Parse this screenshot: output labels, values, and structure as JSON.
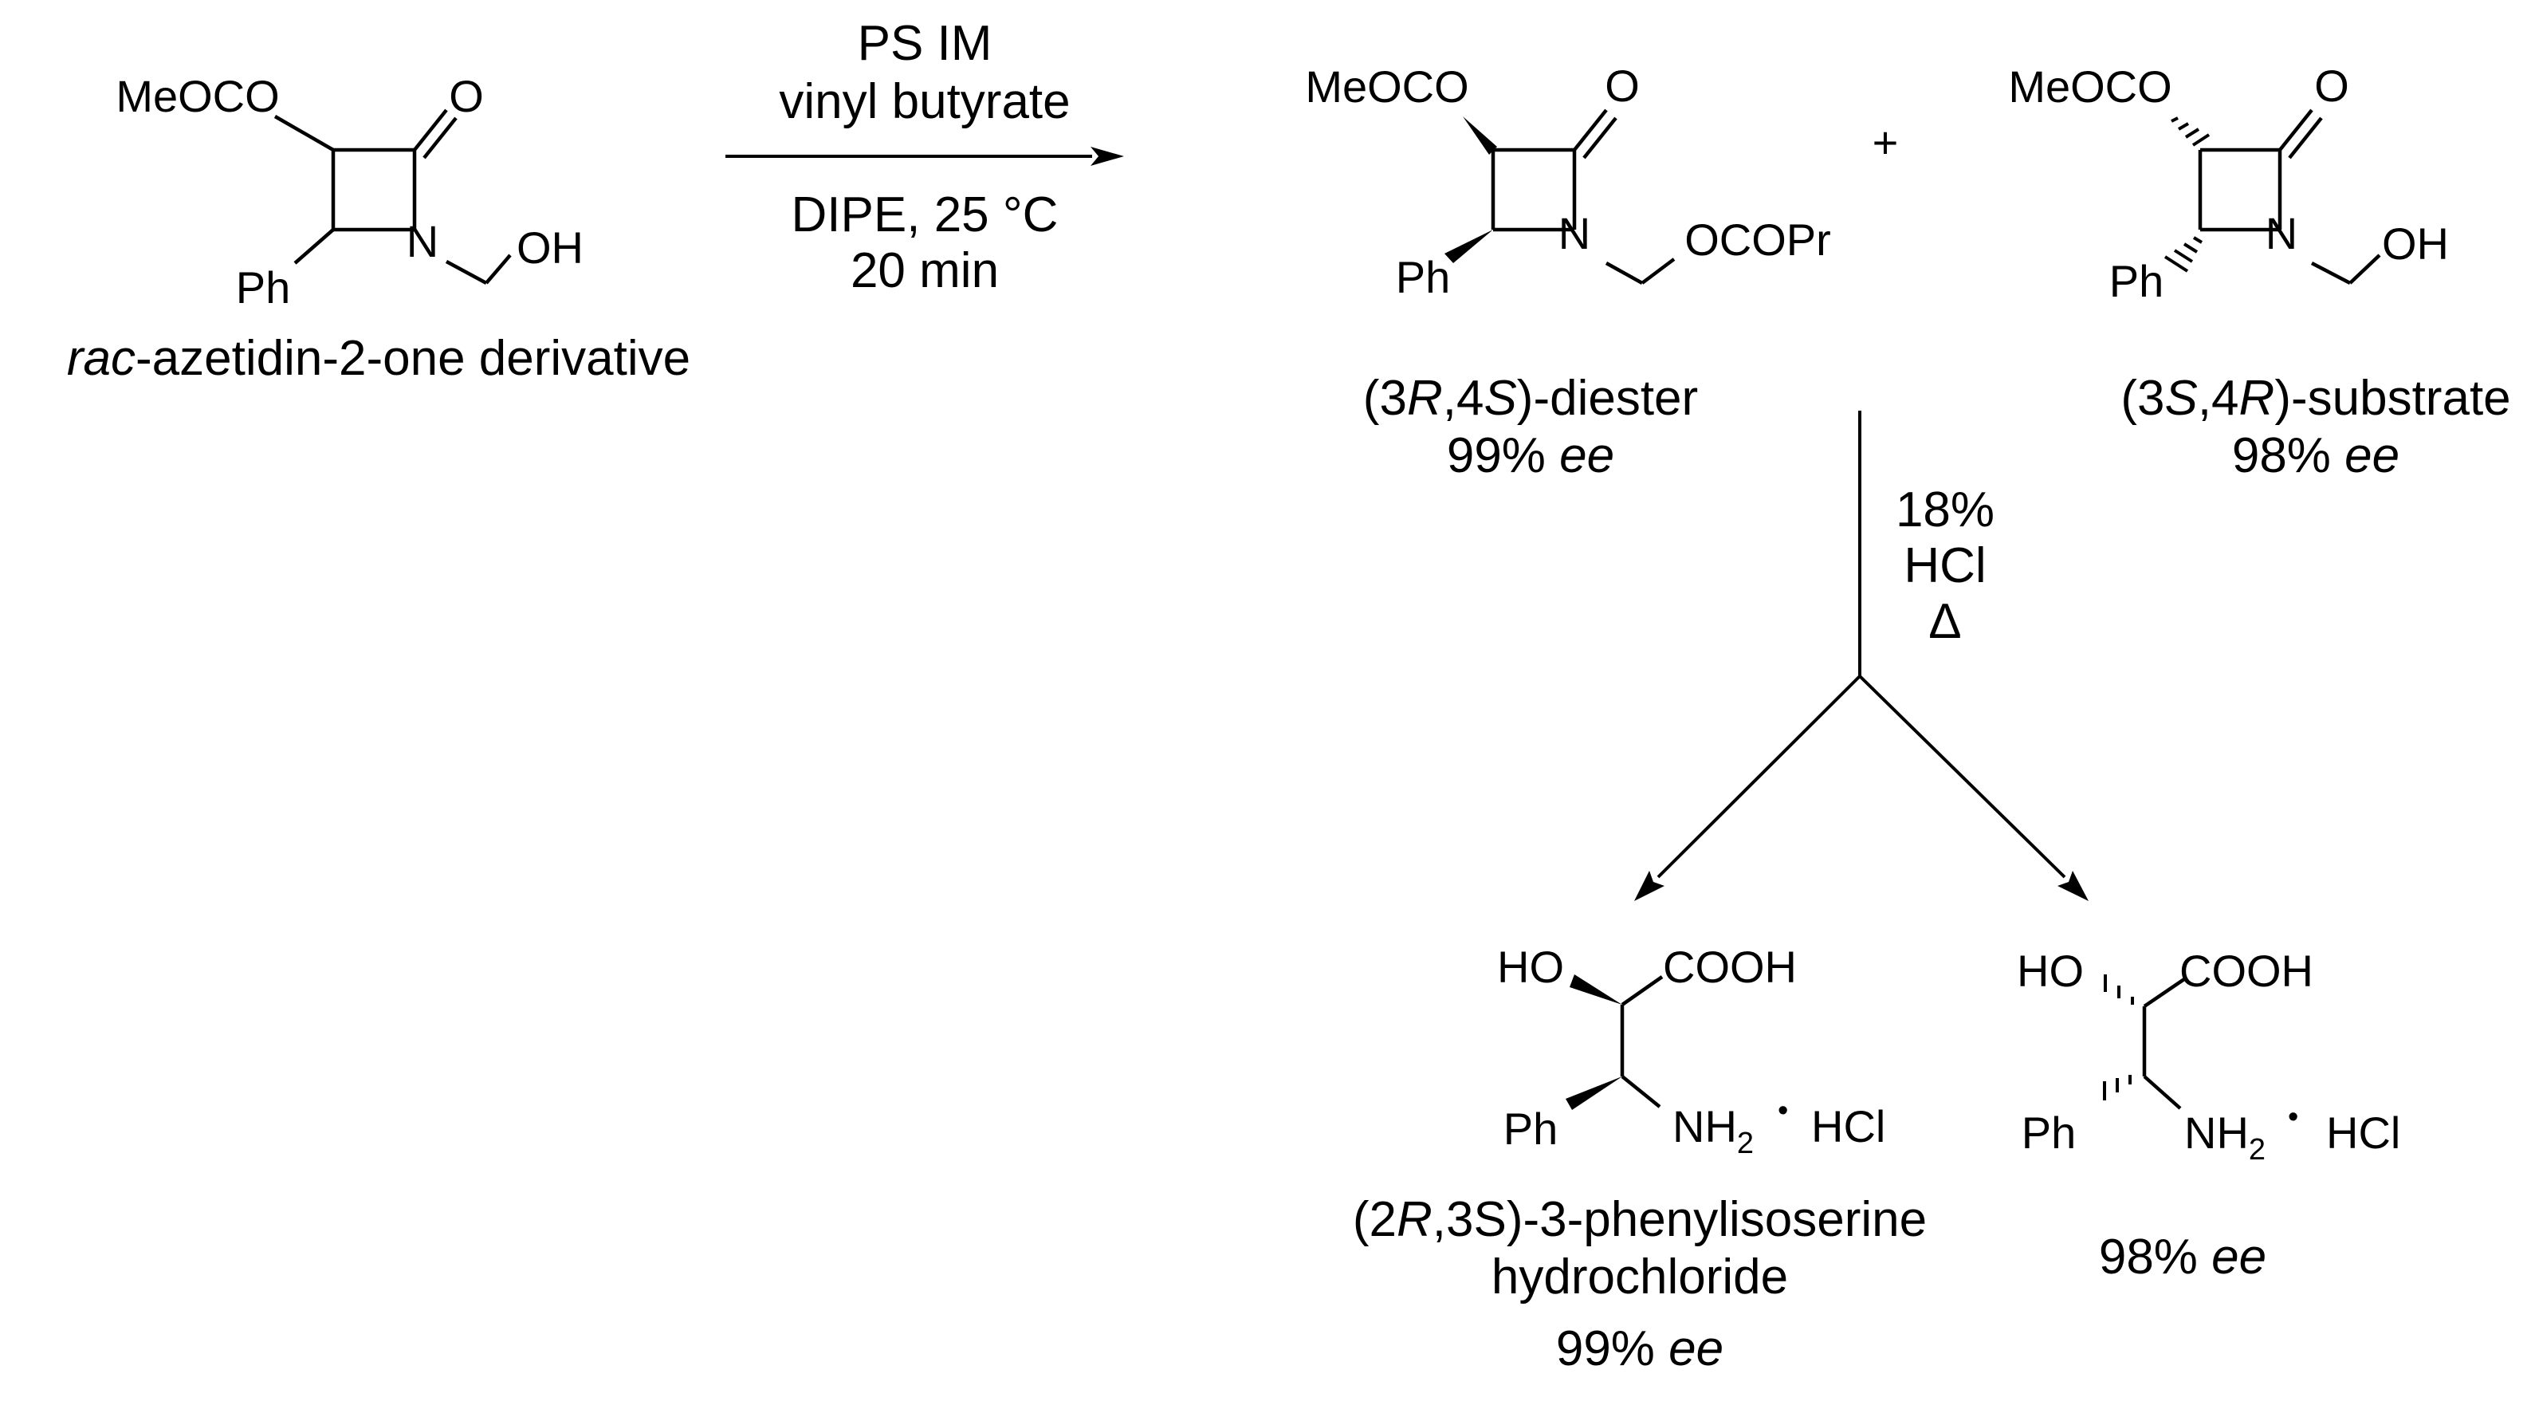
{
  "reactant": {
    "meoco": "MeOCO",
    "o": "O",
    "n": "N",
    "oh": "OH",
    "ph": "Ph",
    "caption_italic": "rac",
    "caption_rest": "-azetidin-2-one derivative"
  },
  "conditions": {
    "line1": "PS IM",
    "line2": "vinyl butyrate",
    "line3": "DIPE, 25 °C",
    "line4": "20 min"
  },
  "plus": "+",
  "product1": {
    "meoco": "MeOCO",
    "o": "O",
    "n": "N",
    "ocopr": "OCOPr",
    "ph": "Ph",
    "caption": {
      "p1": "(3",
      "r": "R",
      "p2": ",4",
      "s": "S",
      "p3": ")-diester"
    },
    "ee_value": "99%",
    "ee_label": "ee"
  },
  "product2": {
    "meoco": "MeOCO",
    "o": "O",
    "n": "N",
    "oh": "OH",
    "ph": "Ph",
    "caption": {
      "p1": "(3",
      "s": "S",
      "p2": ",4",
      "r": "R",
      "p3": ")-substrate"
    },
    "ee_value": "98%",
    "ee_label": "ee"
  },
  "hydrolysis": {
    "line1": "18%",
    "line2": "HCl",
    "line3": "Δ"
  },
  "product3": {
    "ho": "HO",
    "cooh": "COOH",
    "ph": "Ph",
    "nh": "NH",
    "sub2": "2",
    "dot": "•",
    "hcl": "HCl",
    "caption_p1": "(2",
    "caption_r": "R",
    "caption_p2": ",3S)-3-phenylisoserine",
    "caption_line2": "hydrochloride",
    "ee_value": "99%",
    "ee_label": "ee"
  },
  "product4": {
    "ho": "HO",
    "cooh": "COOH",
    "ph": "Ph",
    "nh": "NH",
    "sub2": "2",
    "dot": "•",
    "hcl": "HCl",
    "ee_value": "98%",
    "ee_label": "ee"
  }
}
